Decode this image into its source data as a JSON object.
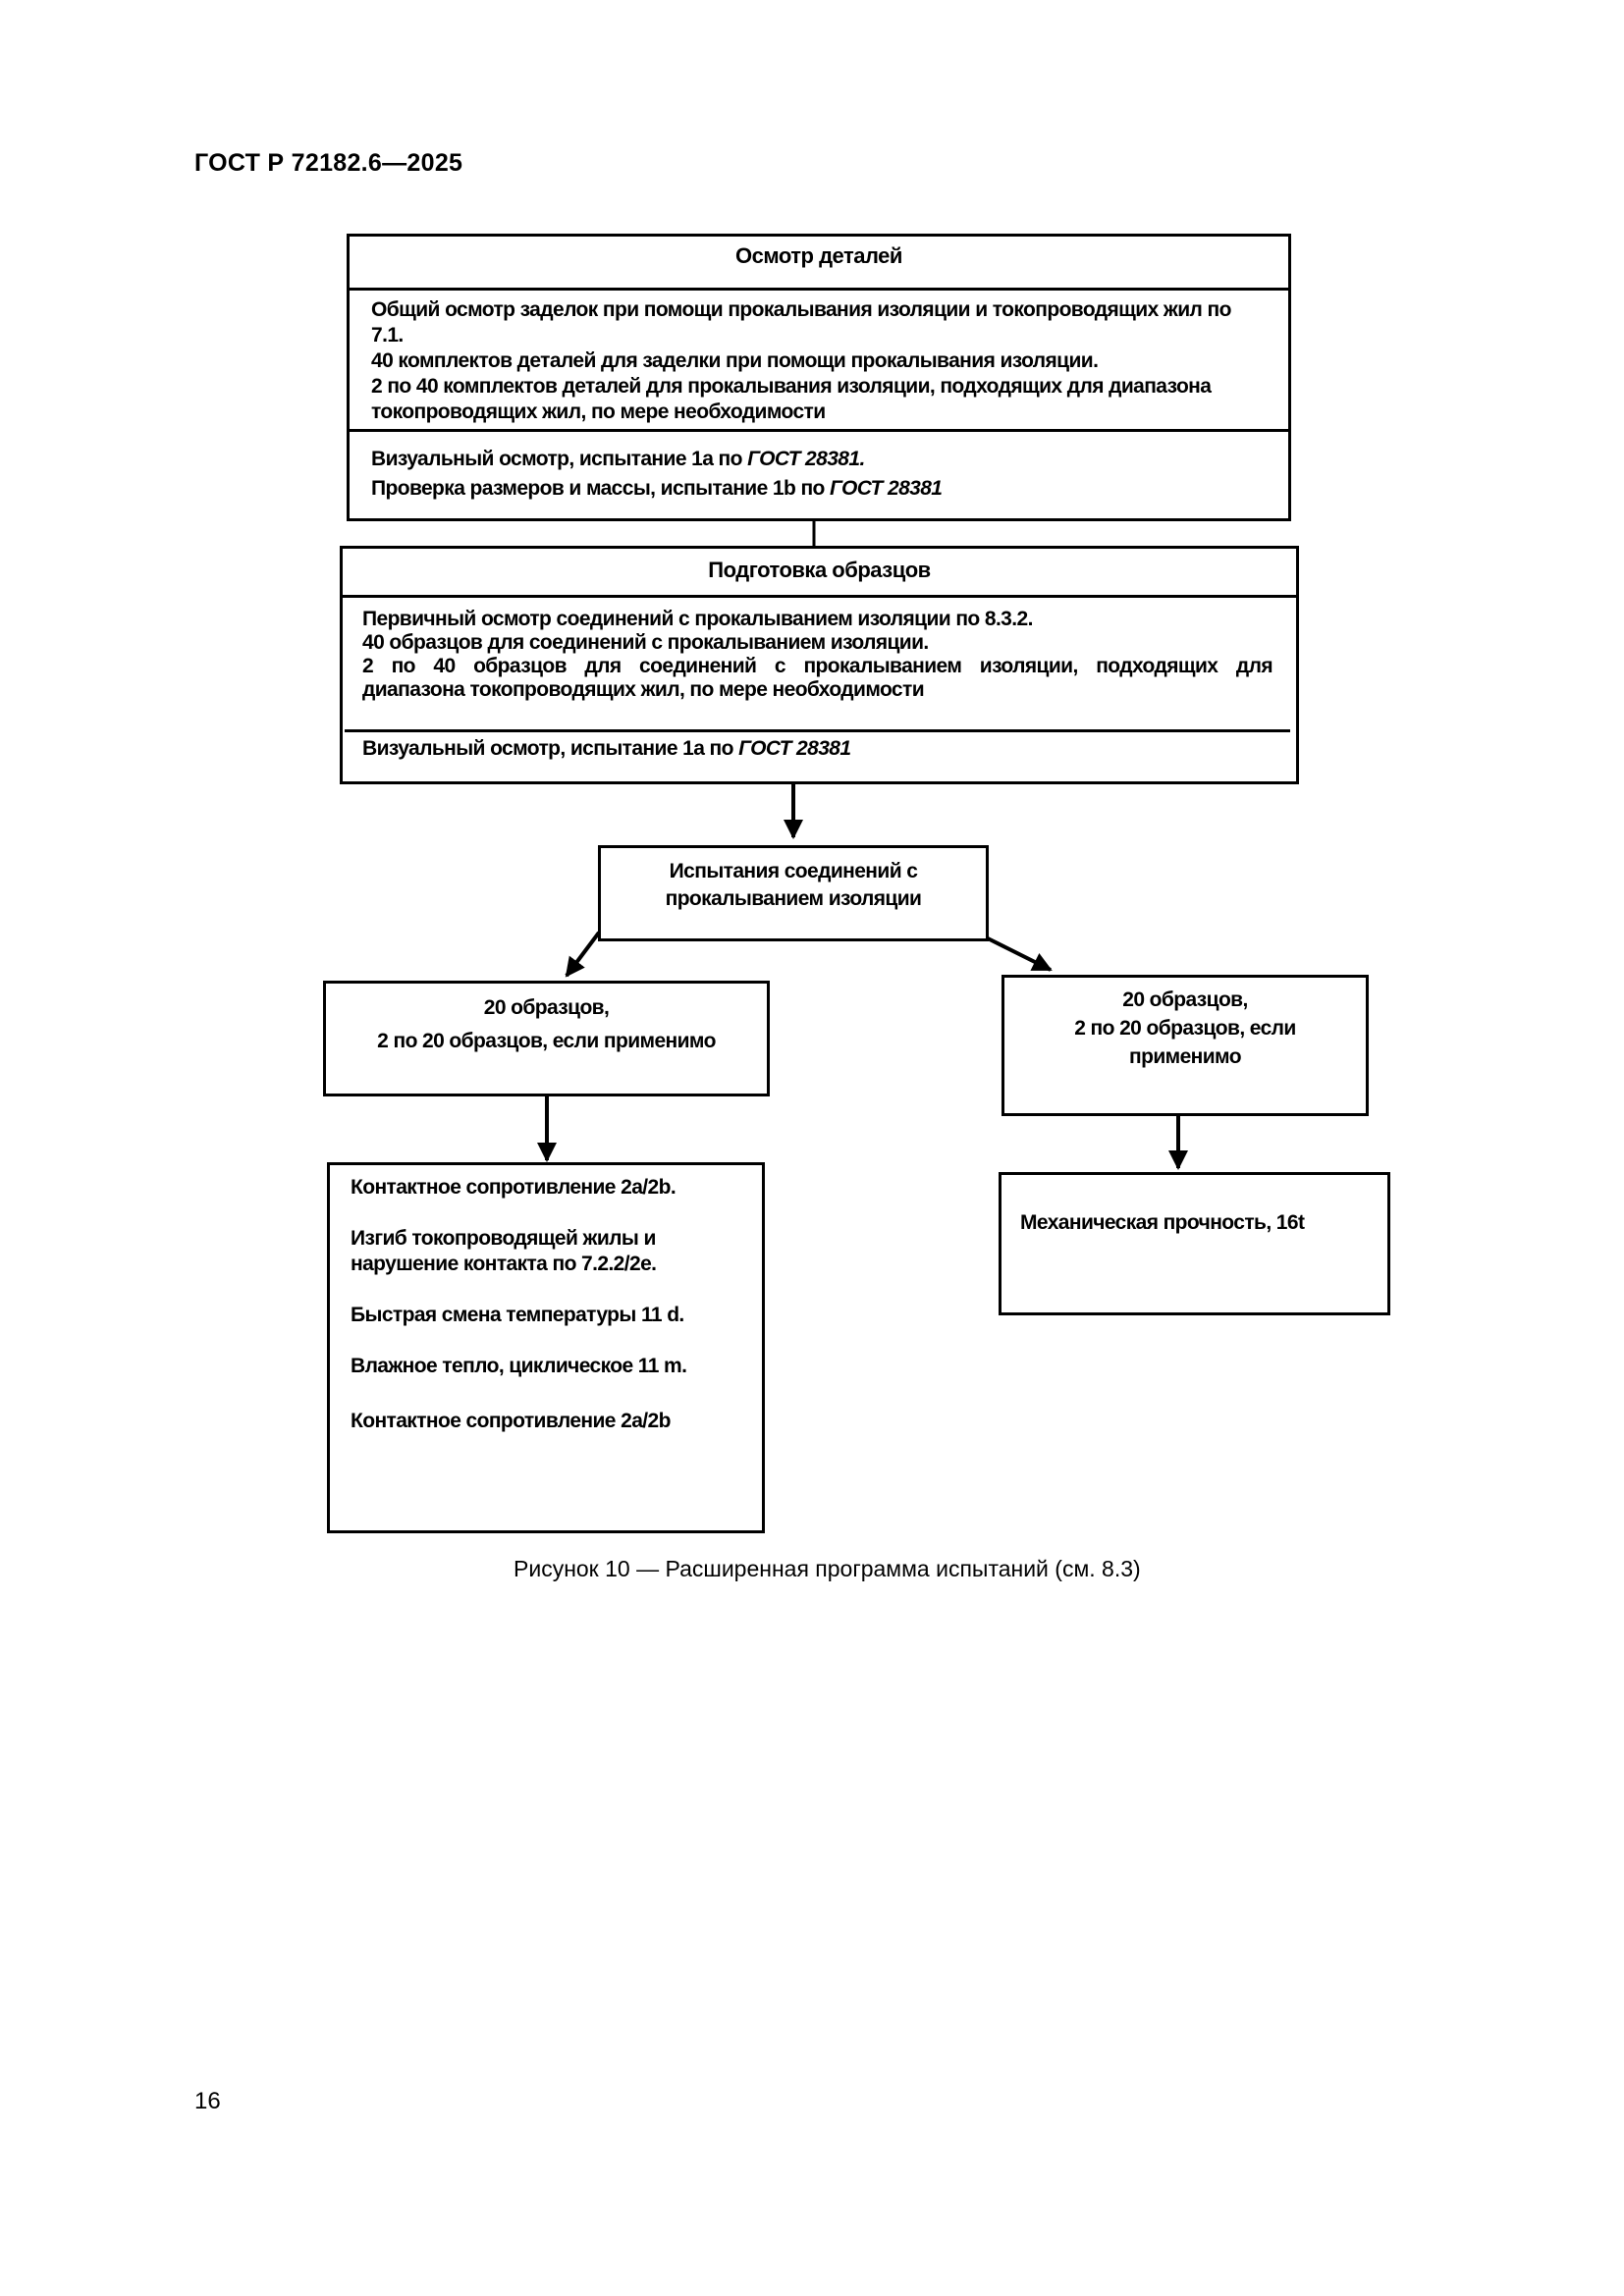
{
  "document": {
    "header": "ГОСТ Р 72182.6—2025",
    "page_number": "16",
    "caption": "Рисунок 10 — Расширенная программа испытаний (см. 8.3)"
  },
  "flowchart": {
    "inspection": {
      "title": "Осмотр деталей",
      "body": [
        "Общий осмотр заделок при помощи прокалывания изоляции и токопроводящих жил по",
        "7.1.",
        "40 комплектов деталей для заделки при помощи прокалывания изоляции.",
        "2 по 40 комплектов деталей для прокалывания изоляции, подходящих для диапазона",
        "токопроводящих жил, по мере необходимости"
      ],
      "tests": [
        {
          "prefix": "Визуальный осмотр, испытание 1а по ",
          "ref": "ГОСТ 28381."
        },
        {
          "prefix": "Проверка размеров и массы, испытание 1b по ",
          "ref": "ГОСТ 28381"
        }
      ]
    },
    "preparation": {
      "title": "Подготовка образцов",
      "body": [
        "Первичный осмотр соединений с прокалыванием изоляции по 8.3.2.",
        "40 образцов для соединений с прокалыванием изоляции.",
        "2 по 40 образцов для соединений с прокалыванием изоляции, подходящих для",
        "диапазона токопроводящих жил, по мере необходимости"
      ],
      "test": {
        "prefix": "Визуальный осмотр, испытание 1а по ",
        "ref": "ГОСТ 28381"
      }
    },
    "connection_tests": {
      "lines": [
        "Испытания соединений с",
        "прокалыванием изоляции"
      ]
    },
    "left_branch": {
      "samples": [
        "20 образцов,",
        "2 по 20 образцов, если применимо"
      ],
      "tests": [
        [
          "Контактное сопротивление 2а/2b."
        ],
        [
          "Изгиб токопроводящей жилы и",
          "нарушение контакта по 7.2.2/2е."
        ],
        [
          "Быстрая смена температуры 11 d."
        ],
        [
          "Влажное тепло, циклическое 11 m."
        ],
        [
          "Контактное сопротивление 2а/2b"
        ]
      ]
    },
    "right_branch": {
      "samples": [
        "20 образцов,",
        "2 по 20 образцов, если",
        "применимо"
      ],
      "test": "Механическая прочность, 16t"
    }
  }
}
